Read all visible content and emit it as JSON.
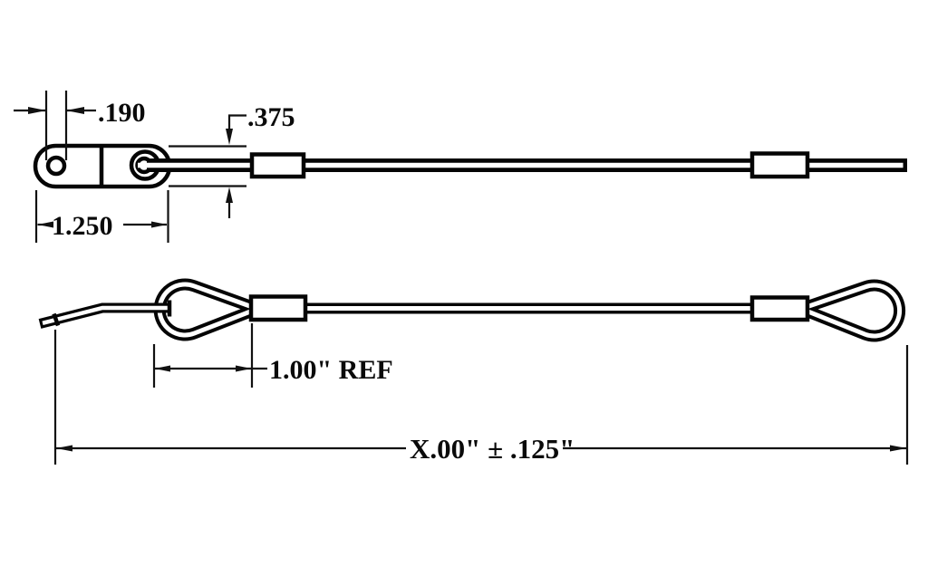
{
  "drawing": {
    "colors": {
      "ink": "#050505",
      "background": "#ffffff"
    },
    "dimensions": {
      "hole_diameter": ".190",
      "tab_width": ".375",
      "tab_length": "1.250",
      "loop_length_ref": "1.00\" REF",
      "overall_length": "X.00\" ± .125\""
    }
  }
}
